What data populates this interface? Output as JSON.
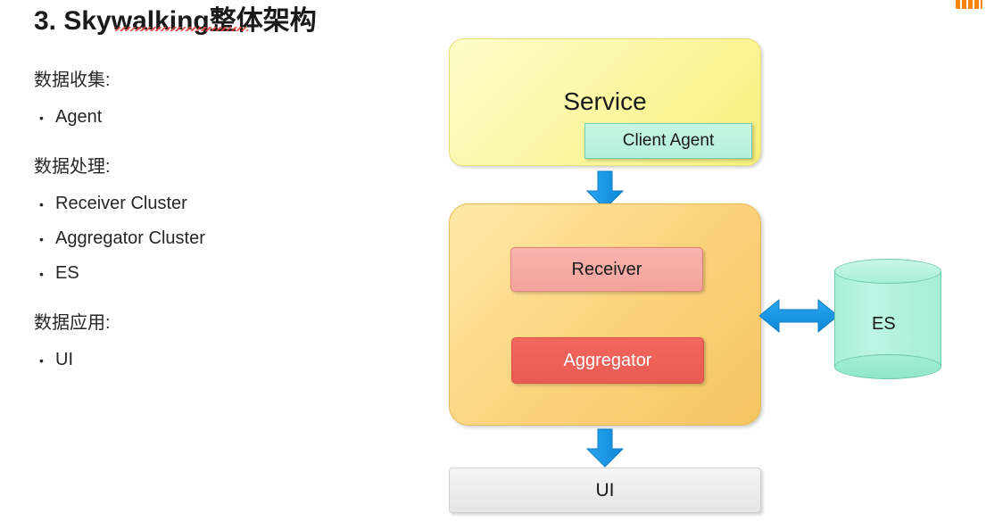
{
  "title": "3. Skywalking整体架构",
  "left_panel": {
    "groups": [
      {
        "heading": "数据收集:",
        "items": [
          "Agent"
        ]
      },
      {
        "heading": "数据处理:",
        "items": [
          "Receiver Cluster",
          "Aggregator Cluster",
          "ES"
        ]
      },
      {
        "heading": "数据应用:",
        "items": [
          "UI"
        ]
      }
    ],
    "bullet_glyph": "•"
  },
  "diagram": {
    "service_box": "Service",
    "client_agent_box": "Client Agent",
    "receiver_box": "Receiver",
    "aggregator_box": "Aggregator",
    "ui_box": "UI",
    "es_cylinder": "ES",
    "arrow_color": "#1a9ae8",
    "colors": {
      "service_fill": "#faf387",
      "client_agent_fill": "#bdf3e0",
      "processing_fill": "#fad07b",
      "receiver_fill": "#f7a9a2",
      "aggregator_fill": "#ee6058",
      "es_fill": "#a9f0d9",
      "ui_fill": "#ececec",
      "title_color": "#1a1a1a"
    }
  }
}
